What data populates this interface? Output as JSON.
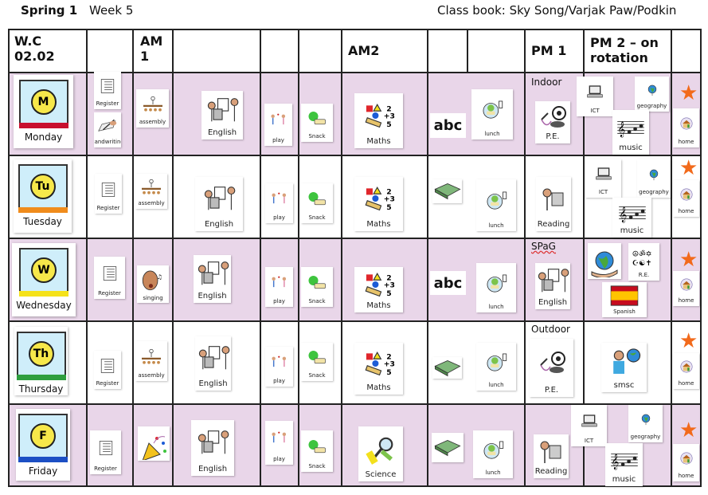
{
  "header": {
    "term": "Spring 1",
    "week": "Week 5",
    "class_book": "Class book: Sky Song/Varjak Paw/Podkin"
  },
  "columns": {
    "wc": "W.C\n02.02",
    "am1": "AM 1",
    "am2": "AM2",
    "pm1": "PM 1",
    "pm2": "PM 2 – on rotation"
  },
  "colors": {
    "row_pink": "#e9d6e9",
    "star": "#f26a1b"
  },
  "rows": [
    {
      "day": "Monday",
      "letter": "M",
      "color": "#c8102e",
      "note": "Indoor",
      "cards": [
        {
          "icon": "register",
          "label": "Register"
        },
        {
          "icon": "handwriting",
          "label": "handwriting"
        },
        {
          "icon": "assembly",
          "label": "assembly"
        },
        {
          "icon": "english",
          "label": "English"
        },
        {
          "icon": "play",
          "label": "play"
        },
        {
          "icon": "snack",
          "label": "Snack"
        },
        {
          "icon": "maths",
          "label": "Maths"
        },
        {
          "icon": "abc",
          "label": "abc"
        },
        {
          "icon": "lunch",
          "label": "lunch"
        },
        {
          "icon": "pe",
          "label": "P.E."
        },
        {
          "icon": "ict",
          "label": "ICT"
        },
        {
          "icon": "geography",
          "label": "geography"
        },
        {
          "icon": "music",
          "label": "music"
        },
        {
          "icon": "home",
          "label": "home"
        }
      ]
    },
    {
      "day": "Tuesday",
      "letter": "Tu",
      "color": "#f08c1c",
      "note": "",
      "cards": [
        {
          "icon": "register",
          "label": "Register"
        },
        {
          "icon": "assembly",
          "label": "assembly"
        },
        {
          "icon": "english",
          "label": "English"
        },
        {
          "icon": "play",
          "label": "play"
        },
        {
          "icon": "snack",
          "label": "Snack"
        },
        {
          "icon": "maths",
          "label": "Maths"
        },
        {
          "icon": "book",
          "label": ""
        },
        {
          "icon": "lunch",
          "label": "lunch"
        },
        {
          "icon": "reading",
          "label": "Reading"
        },
        {
          "icon": "ict",
          "label": "ICT"
        },
        {
          "icon": "geography",
          "label": "geography"
        },
        {
          "icon": "music",
          "label": "music"
        },
        {
          "icon": "home",
          "label": "home"
        }
      ]
    },
    {
      "day": "Wednesday",
      "letter": "W",
      "color": "#f5e21a",
      "note": "SPaG",
      "cards": [
        {
          "icon": "register",
          "label": "Register"
        },
        {
          "icon": "singing",
          "label": "singing"
        },
        {
          "icon": "english",
          "label": "English"
        },
        {
          "icon": "play",
          "label": "play"
        },
        {
          "icon": "snack",
          "label": "Snack"
        },
        {
          "icon": "maths",
          "label": "Maths"
        },
        {
          "icon": "abc",
          "label": "abc"
        },
        {
          "icon": "lunch",
          "label": "lunch"
        },
        {
          "icon": "english",
          "label": "English"
        },
        {
          "icon": "globe",
          "label": ""
        },
        {
          "icon": "re",
          "label": "R.E."
        },
        {
          "icon": "spanish",
          "label": "Spanish"
        },
        {
          "icon": "home",
          "label": "home"
        }
      ]
    },
    {
      "day": "Thursday",
      "letter": "Th",
      "color": "#2e9e3e",
      "note": "Outdoor",
      "cards": [
        {
          "icon": "register",
          "label": "Register"
        },
        {
          "icon": "assembly",
          "label": "assembly"
        },
        {
          "icon": "english",
          "label": "English"
        },
        {
          "icon": "play",
          "label": "play"
        },
        {
          "icon": "snack",
          "label": "Snack"
        },
        {
          "icon": "maths",
          "label": "Maths"
        },
        {
          "icon": "book",
          "label": ""
        },
        {
          "icon": "lunch",
          "label": "lunch"
        },
        {
          "icon": "pe",
          "label": "P.E."
        },
        {
          "icon": "smsc",
          "label": "smsc"
        },
        {
          "icon": "home",
          "label": "home"
        }
      ]
    },
    {
      "day": "Friday",
      "letter": "F",
      "color": "#1c4fc4",
      "note": "",
      "cards": [
        {
          "icon": "register",
          "label": "Register"
        },
        {
          "icon": "celebration",
          "label": ""
        },
        {
          "icon": "english",
          "label": "English"
        },
        {
          "icon": "play",
          "label": "play"
        },
        {
          "icon": "snack",
          "label": "Snack"
        },
        {
          "icon": "science",
          "label": "Science"
        },
        {
          "icon": "book",
          "label": ""
        },
        {
          "icon": "lunch",
          "label": "lunch"
        },
        {
          "icon": "reading",
          "label": "Reading"
        },
        {
          "icon": "ict",
          "label": "ICT"
        },
        {
          "icon": "geography",
          "label": "geography"
        },
        {
          "icon": "music",
          "label": "music"
        },
        {
          "icon": "home",
          "label": "home"
        }
      ]
    }
  ]
}
